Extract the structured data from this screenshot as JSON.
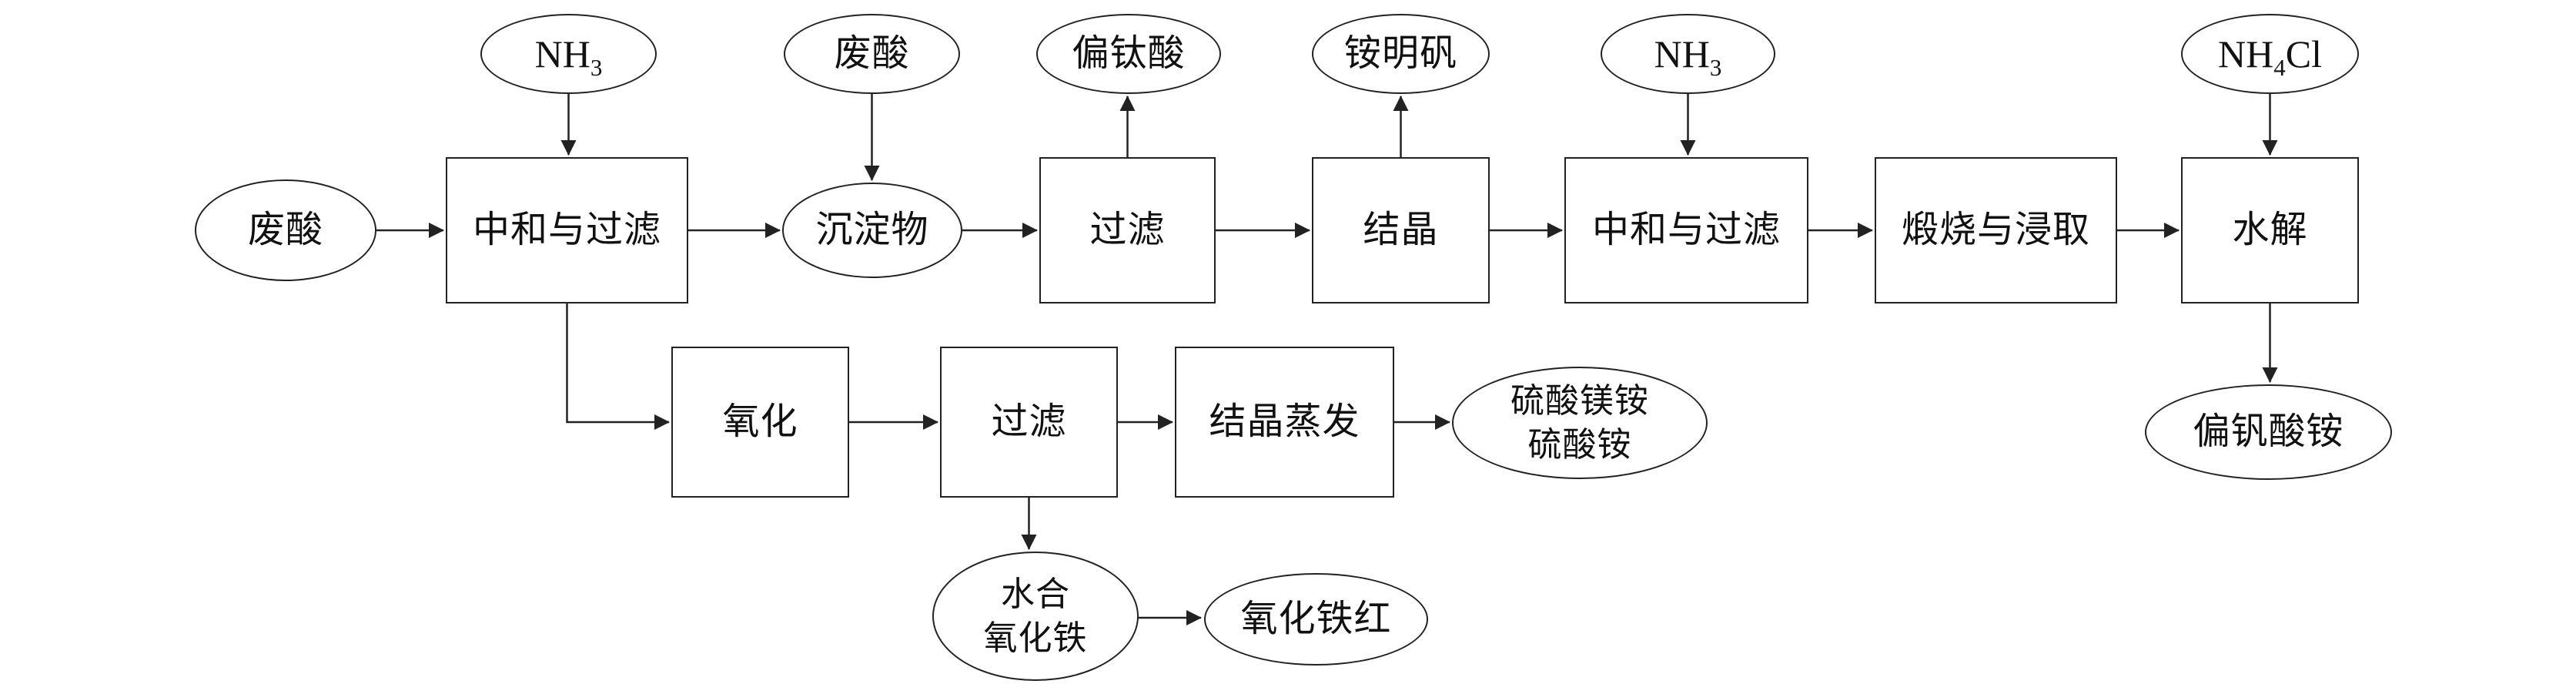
{
  "diagram_type": "process-flowchart",
  "line_color": "#222222",
  "background_color": "#ffffff",
  "nodes": {
    "waste_acid_left": {
      "label": "废酸",
      "shape": "oval"
    },
    "nh3_first": {
      "formula_base": "NH",
      "formula_sub": "3",
      "formula_rest": "",
      "shape": "oval"
    },
    "neutralize_filter_1": {
      "label": "中和与过滤",
      "shape": "rect"
    },
    "waste_acid_top": {
      "label": "废酸",
      "shape": "oval"
    },
    "precipitate": {
      "label": "沉淀物",
      "shape": "oval"
    },
    "metatitanic_acid": {
      "label": "偏钛酸",
      "shape": "oval"
    },
    "filter_1": {
      "label": "过滤",
      "shape": "rect"
    },
    "ammonium_alum": {
      "label": "铵明矾",
      "shape": "oval"
    },
    "crystallization": {
      "label": "结晶",
      "shape": "rect"
    },
    "nh3_second": {
      "formula_base": "NH",
      "formula_sub": "3",
      "formula_rest": "",
      "shape": "oval"
    },
    "neutralize_filter_2": {
      "label": "中和与过滤",
      "shape": "rect"
    },
    "calcination_leaching": {
      "label": "煅烧与浸取",
      "shape": "rect"
    },
    "nh4cl": {
      "formula_base": "NH",
      "formula_sub": "4",
      "formula_rest": "Cl",
      "shape": "oval"
    },
    "hydrolysis": {
      "label": "水解",
      "shape": "rect"
    },
    "ammonium_metavanadate": {
      "label": "偏钒酸铵",
      "shape": "oval"
    },
    "oxidation": {
      "label": "氧化",
      "shape": "rect"
    },
    "filter_2": {
      "label": "过滤",
      "shape": "rect"
    },
    "crystallization_evaporation": {
      "label": "结晶蒸发",
      "shape": "rect"
    },
    "magnesium_ammonium_sulfate": {
      "line1": "硫酸镁铵",
      "line2": "硫酸铵",
      "shape": "oval"
    },
    "hydrated_iron_oxide": {
      "line1": "水合",
      "line2": "氧化铁",
      "shape": "oval"
    },
    "iron_oxide_red": {
      "label": "氧化铁红",
      "shape": "oval"
    }
  }
}
